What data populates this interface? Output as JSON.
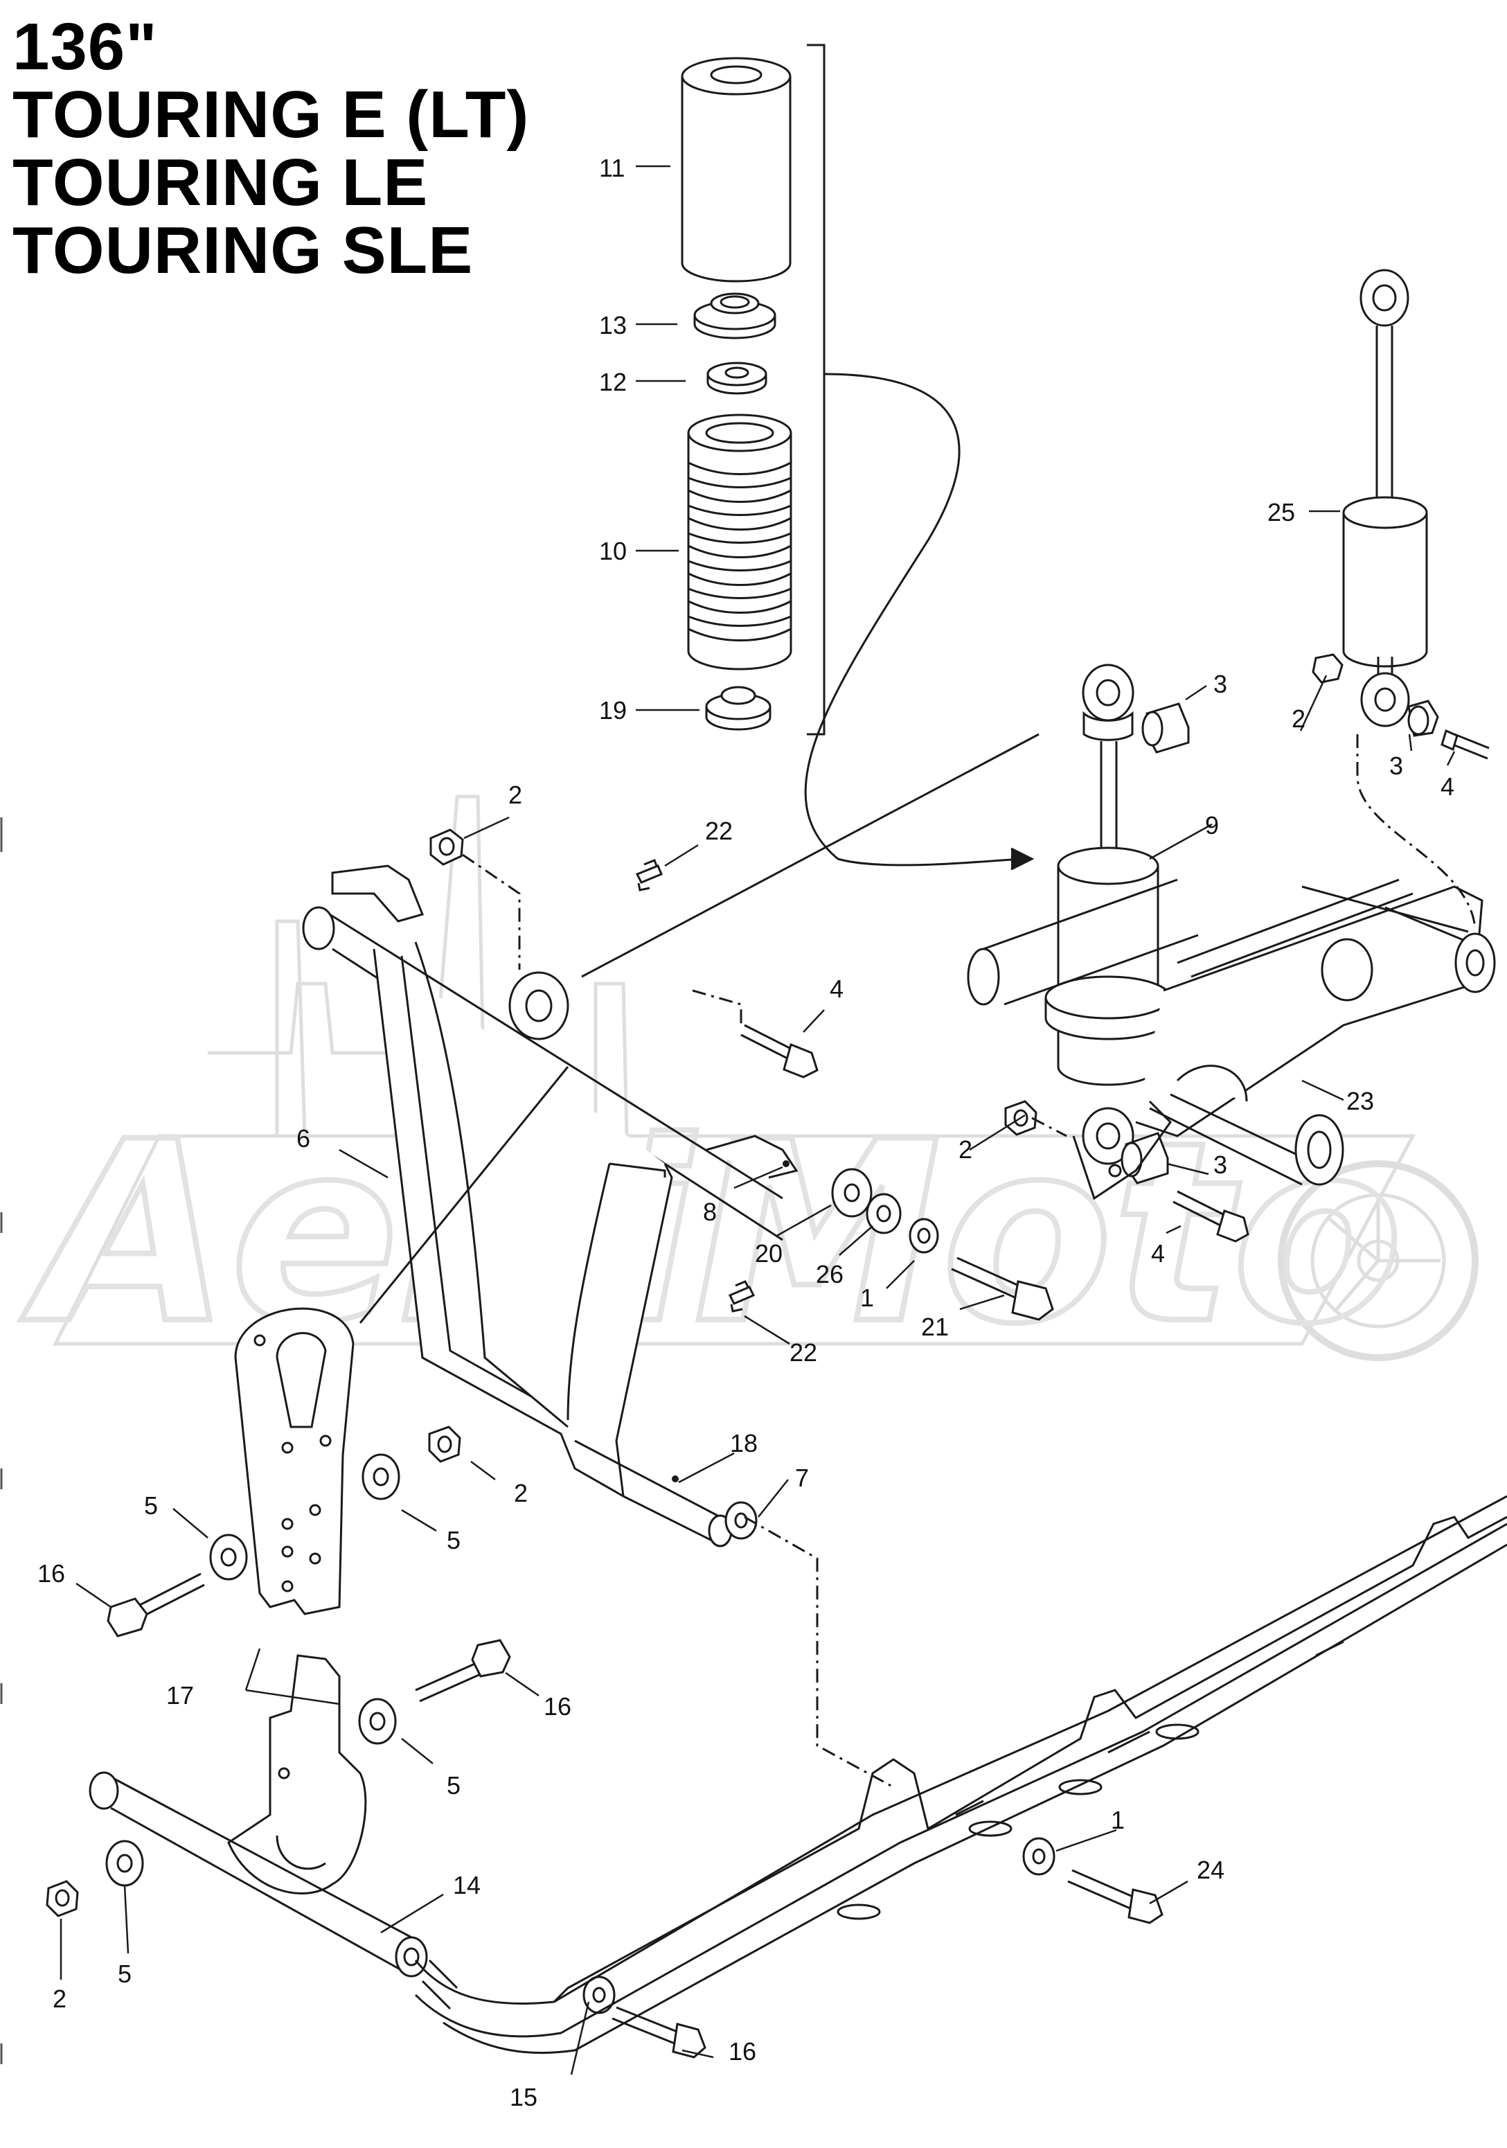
{
  "title": {
    "lines": [
      "136\"",
      "TOURING E (LT)",
      "TOURING LE",
      "TOURING SLE"
    ]
  },
  "watermark": {
    "text": "AeHiMoto",
    "style": "light grey outline logo with city skyline and motorcycle wheel"
  },
  "callouts": {
    "c1a": "1",
    "c1b": "1",
    "c2a": "2",
    "c2b": "2",
    "c2c": "2",
    "c2d": "2",
    "c2e": "2",
    "c3a": "3",
    "c3b": "3",
    "c3c": "3",
    "c4a": "4",
    "c4b": "4",
    "c4c": "4",
    "c5a": "5",
    "c5b": "5",
    "c5c": "5",
    "c5d": "5",
    "c6": "6",
    "c7": "7",
    "c8": "8",
    "c9": "9",
    "c10": "10",
    "c11": "11",
    "c12": "12",
    "c13": "13",
    "c14": "14",
    "c15": "15",
    "c16a": "16",
    "c16b": "16",
    "c16c": "16",
    "c17": "17",
    "c18": "18",
    "c19": "19",
    "c20": "20",
    "c21": "21",
    "c22a": "22",
    "c22b": "22",
    "c23": "23",
    "c24": "24",
    "c25": "25",
    "c26": "26"
  },
  "colors": {
    "line": "#1a1a1a",
    "watermark": "#e4e4e4",
    "background": "#ffffff"
  }
}
